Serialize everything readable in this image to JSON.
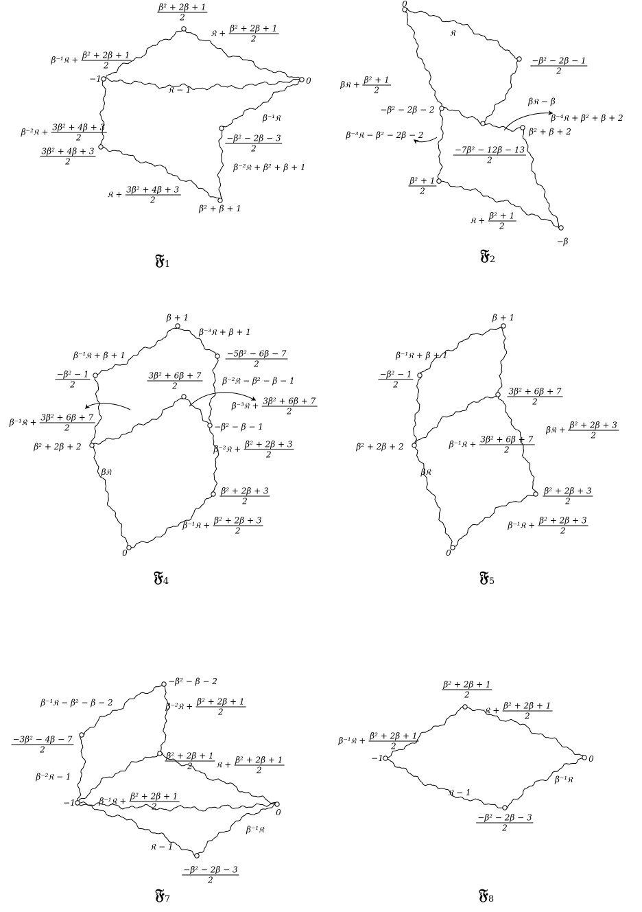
{
  "colors": {
    "ink": "#000000",
    "background": "#ffffff"
  },
  "figures": [
    {
      "name": "F1",
      "title": "𝔉",
      "subscript": "1",
      "vertices": [
        {
          "id": "m1",
          "label": "−1"
        },
        {
          "id": "top",
          "label": ""
        },
        {
          "id": "z",
          "label": "0"
        },
        {
          "id": "c",
          "label": ""
        },
        {
          "id": "l",
          "label": ""
        },
        {
          "id": "bt",
          "label": "β² + β + 1"
        }
      ],
      "edges": [
        [
          "m1",
          "top"
        ],
        [
          "top",
          "z"
        ],
        [
          "m1",
          "z"
        ],
        [
          "z",
          "c"
        ],
        [
          "m1",
          "l"
        ],
        [
          "l",
          "bt"
        ],
        [
          "c",
          "bt"
        ]
      ],
      "labels": [
        {
          "kind": "frac",
          "num": "β² + 2β + 1",
          "den": "2"
        },
        {
          "kind": "frac",
          "prefix": "𝔎 + ",
          "num": "β² + 2β + 1",
          "den": "2"
        },
        {
          "kind": "frac",
          "prefix": "β⁻¹𝔎 + ",
          "num": "β² + 2β + 1",
          "den": "2"
        },
        {
          "kind": "text",
          "text": "𝔎 − 1"
        },
        {
          "kind": "text",
          "text": "β⁻¹𝔎"
        },
        {
          "kind": "frac",
          "num": "−β² − 2β − 3",
          "den": "2"
        },
        {
          "kind": "frac",
          "prefix": "β⁻²𝔎 + ",
          "num": "3β² + 4β + 3",
          "den": "2"
        },
        {
          "kind": "frac",
          "num": "3β² + 4β + 3",
          "den": "2"
        },
        {
          "kind": "text",
          "text": "β⁻²𝔎 + β² + β + 1"
        },
        {
          "kind": "frac",
          "prefix": "𝔎 + ",
          "num": "3β² + 4β + 3",
          "den": "2"
        }
      ]
    },
    {
      "name": "F2",
      "title": "𝔉",
      "subscript": "2",
      "vertices": [
        {
          "id": "z",
          "label": "0"
        },
        {
          "id": "r",
          "label": ""
        },
        {
          "id": "a",
          "label": "−β² − 2β − 2"
        },
        {
          "id": "c",
          "label": ""
        },
        {
          "id": "d",
          "label": "β² + β + 2"
        },
        {
          "id": "h",
          "label": ""
        },
        {
          "id": "mb",
          "label": "−β"
        }
      ],
      "edges": [
        [
          "z",
          "r"
        ],
        [
          "z",
          "a"
        ],
        [
          "r",
          "c"
        ],
        [
          "a",
          "c"
        ],
        [
          "c",
          "d"
        ],
        [
          "a",
          "h"
        ],
        [
          "d",
          "mb"
        ],
        [
          "h",
          "mb"
        ]
      ],
      "labels": [
        {
          "kind": "text",
          "text": "𝔎"
        },
        {
          "kind": "frac",
          "num": "−β² − 2β − 1",
          "den": "2"
        },
        {
          "kind": "frac",
          "prefix": "β𝔎 + ",
          "num": "β² + 1",
          "den": "2"
        },
        {
          "kind": "text",
          "text": "β𝔎 − β"
        },
        {
          "kind": "text",
          "text": "β⁻⁴𝔎 + β² + β + 2"
        },
        {
          "kind": "text",
          "text": "β⁻³𝔎 − β² − 2β − 2"
        },
        {
          "kind": "frac",
          "num": "−7β² − 12β − 13",
          "den": "2"
        },
        {
          "kind": "frac",
          "num": "β² + 1",
          "den": "2"
        },
        {
          "kind": "frac",
          "prefix": "𝔎 + ",
          "num": "β² + 1",
          "den": "2"
        }
      ]
    },
    {
      "name": "F4",
      "title": "𝔉",
      "subscript": "4",
      "vertices": [
        {
          "id": "tp",
          "label": "β + 1"
        },
        {
          "id": "r1",
          "label": ""
        },
        {
          "id": "l1",
          "label": ""
        },
        {
          "id": "c",
          "label": ""
        },
        {
          "id": "l2",
          "label": "β² + 2β + 2"
        },
        {
          "id": "r2",
          "label": "−β² − β − 1"
        },
        {
          "id": "r3",
          "label": ""
        },
        {
          "id": "z",
          "label": "0"
        }
      ],
      "edges": [
        [
          "tp",
          "r1"
        ],
        [
          "tp",
          "l1"
        ],
        [
          "r1",
          "r2"
        ],
        [
          "l1",
          "l2"
        ],
        [
          "l2",
          "c"
        ],
        [
          "c",
          "r2"
        ],
        [
          "r2",
          "r3"
        ],
        [
          "r3",
          "z"
        ],
        [
          "l2",
          "z"
        ]
      ],
      "labels": [
        {
          "kind": "text",
          "text": "β⁻³𝔎 + β + 1"
        },
        {
          "kind": "text",
          "text": "β⁻¹𝔎 + β + 1"
        },
        {
          "kind": "frac",
          "num": "−5β² − 6β − 7",
          "den": "2"
        },
        {
          "kind": "frac",
          "num": "−β² − 1",
          "den": "2"
        },
        {
          "kind": "frac",
          "num": "3β² + 6β + 7",
          "den": "2"
        },
        {
          "kind": "text",
          "text": "β⁻²𝔎 − β² − β − 1"
        },
        {
          "kind": "frac",
          "prefix": "β⁻³𝔎 + ",
          "num": "3β² + 6β + 7",
          "den": "2"
        },
        {
          "kind": "frac",
          "prefix": "β⁻¹𝔎 + ",
          "num": "3β² + 6β + 7",
          "den": "2"
        },
        {
          "kind": "frac",
          "prefix": "β⁻²𝔎 + ",
          "num": "β² + 2β + 3",
          "den": "2"
        },
        {
          "kind": "text",
          "text": "β𝔎"
        },
        {
          "kind": "frac",
          "num": "β² + 2β + 3",
          "den": "2"
        },
        {
          "kind": "frac",
          "prefix": "β⁻¹𝔎 + ",
          "num": "β² + 2β + 3",
          "den": "2"
        }
      ]
    },
    {
      "name": "F5",
      "title": "𝔉",
      "subscript": "5",
      "vertices": [
        {
          "id": "tp",
          "label": "β + 1"
        },
        {
          "id": "l1",
          "label": ""
        },
        {
          "id": "c",
          "label": ""
        },
        {
          "id": "l2",
          "label": "β² + 2β + 2"
        },
        {
          "id": "r3",
          "label": ""
        },
        {
          "id": "z",
          "label": "0"
        }
      ],
      "edges": [
        [
          "tp",
          "l1"
        ],
        [
          "tp",
          "c"
        ],
        [
          "l1",
          "l2"
        ],
        [
          "l2",
          "c"
        ],
        [
          "c",
          "r3"
        ],
        [
          "r3",
          "z"
        ],
        [
          "l2",
          "z"
        ]
      ],
      "labels": [
        {
          "kind": "text",
          "text": "β⁻¹𝔎 + β + 1"
        },
        {
          "kind": "frac",
          "num": "−β² − 1",
          "den": "2"
        },
        {
          "kind": "frac",
          "num": "3β² + 6β + 7",
          "den": "2"
        },
        {
          "kind": "frac",
          "prefix": "β𝔎 + ",
          "num": "β² + 2β + 3",
          "den": "2"
        },
        {
          "kind": "frac",
          "prefix": "β⁻¹𝔎 + ",
          "num": "3β² + 6β + 7",
          "den": "2"
        },
        {
          "kind": "text",
          "text": "β𝔎"
        },
        {
          "kind": "frac",
          "num": "β² + 2β + 3",
          "den": "2"
        },
        {
          "kind": "frac",
          "prefix": "β⁻¹𝔎 + ",
          "num": "β² + 2β + 3",
          "den": "2"
        }
      ]
    },
    {
      "name": "F7",
      "title": "𝔉",
      "subscript": "7",
      "vertices": [
        {
          "id": "tp",
          "label": "−β² − β − 2"
        },
        {
          "id": "l1",
          "label": ""
        },
        {
          "id": "c",
          "label": ""
        },
        {
          "id": "m1",
          "label": "−1"
        },
        {
          "id": "z",
          "label": "0"
        },
        {
          "id": "b",
          "label": ""
        }
      ],
      "edges": [
        [
          "tp",
          "l1"
        ],
        [
          "tp",
          "c"
        ],
        [
          "l1",
          "m1"
        ],
        [
          "c",
          "z"
        ],
        [
          "c",
          "m1"
        ],
        [
          "m1",
          "b"
        ],
        [
          "b",
          "z"
        ],
        [
          "m1",
          "z"
        ]
      ],
      "labels": [
        {
          "kind": "text",
          "text": "β⁻¹𝔎 − β² − β − 2"
        },
        {
          "kind": "frac",
          "prefix": "β⁻²𝔎 + ",
          "num": "β² + 2β + 1",
          "den": "2"
        },
        {
          "kind": "frac",
          "num": "−3β² − 4β − 7",
          "den": "2"
        },
        {
          "kind": "frac",
          "num": "β² + 2β + 1",
          "den": "2"
        },
        {
          "kind": "frac",
          "prefix": "𝔎 + ",
          "num": "β² + 2β + 1",
          "den": "2"
        },
        {
          "kind": "text",
          "text": "β⁻²𝔎 − 1"
        },
        {
          "kind": "frac",
          "prefix": "β⁻¹𝔎 + ",
          "num": "β² + 2β + 1",
          "den": "2"
        },
        {
          "kind": "text",
          "text": "β⁻¹𝔎"
        },
        {
          "kind": "text",
          "text": "𝔎 − 1"
        },
        {
          "kind": "frac",
          "num": "−β² − 2β − 3",
          "den": "2"
        }
      ]
    },
    {
      "name": "F8",
      "title": "𝔉",
      "subscript": "8",
      "vertices": [
        {
          "id": "m1",
          "label": "−1"
        },
        {
          "id": "top",
          "label": ""
        },
        {
          "id": "z",
          "label": "0"
        },
        {
          "id": "b",
          "label": ""
        }
      ],
      "edges": [
        [
          "m1",
          "top"
        ],
        [
          "top",
          "z"
        ],
        [
          "m1",
          "b"
        ],
        [
          "b",
          "z"
        ]
      ],
      "labels": [
        {
          "kind": "frac",
          "num": "β² + 2β + 1",
          "den": "2"
        },
        {
          "kind": "frac",
          "prefix": "𝔎 + ",
          "num": "β² + 2β + 1",
          "den": "2"
        },
        {
          "kind": "frac",
          "prefix": "β⁻¹𝔎 + ",
          "num": "β² + 2β + 1",
          "den": "2"
        },
        {
          "kind": "text",
          "text": "β⁻¹𝔎"
        },
        {
          "kind": "text",
          "text": "𝔎 − 1"
        },
        {
          "kind": "frac",
          "num": "−β² − 2β − 3",
          "den": "2"
        }
      ]
    }
  ]
}
